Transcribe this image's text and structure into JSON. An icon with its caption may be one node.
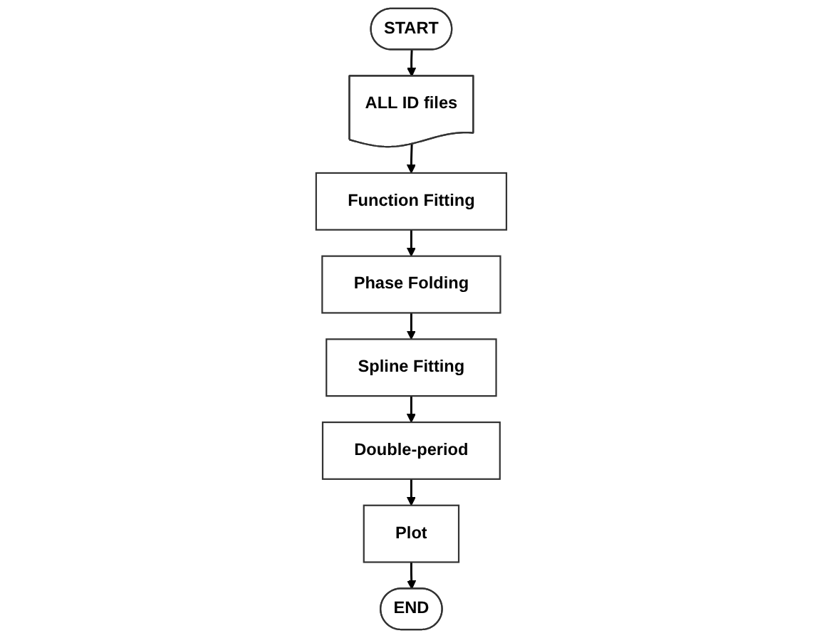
{
  "diagram": {
    "nodes": [
      {
        "text": [
          "START"
        ]
      },
      {
        "text": [
          "ALL ID files"
        ]
      },
      {
        "text": [
          "Function Fitting"
        ]
      },
      {
        "text": [
          "Phase Folding"
        ]
      },
      {
        "text": [
          "Spline Fitting"
        ]
      },
      {
        "text": [
          "Double-period"
        ]
      },
      {
        "text": [
          "Plot"
        ]
      },
      {
        "text": [
          "END"
        ]
      }
    ],
    "edges": [
      {
        "from": 0,
        "to": 1,
        "arrow": "to"
      },
      {
        "from": 1,
        "to": 2,
        "arrow": "to"
      },
      {
        "from": 2,
        "to": 3,
        "arrow": "to"
      },
      {
        "from": 3,
        "to": 4,
        "arrow": "to"
      },
      {
        "from": 4,
        "to": 5,
        "arrow": "to"
      },
      {
        "from": 5,
        "to": 6,
        "arrow": "to"
      },
      {
        "from": 6,
        "to": 7,
        "arrow": "to"
      }
    ]
  }
}
